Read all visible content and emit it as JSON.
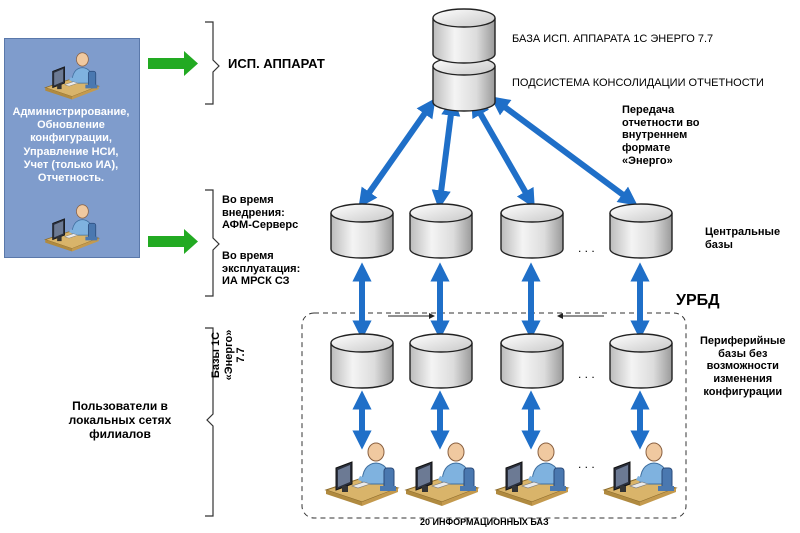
{
  "admin": {
    "text": "Администрирование,\nОбновление\nконфигурации,\nУправление НСИ,\nУчет (только ИА),\nОтчетность."
  },
  "labels": {
    "isp_apparat": "ИСП. АППАРАТ",
    "implementation": "Во время\nвнедрения:\nАФМ-Серверс",
    "operation": "Во время\nэксплуатация:\nИА МРСК СЗ",
    "bases_1c": "Базы 1С\n«Энерго»\n7.7",
    "users": "Пользователи в\nлокальных сетях\nфилиалов",
    "db_top": "БАЗА ИСП. АППАРАТА 1С ЭНЕРГО 7.7",
    "db_sub": "ПОДСИСТЕМА КОНСОЛИДАЦИИ ОТЧЕТНОСТИ",
    "transfer": "Передача\nотчетности во\nвнутреннем\nформате\n«Энерго»",
    "central": "Центральные\nбазы",
    "urbd": "УРБД",
    "peripheral": "Периферийные\nбазы без\nвозможности\nизменения\nконфигурации",
    "info_bases": "20 ИНФОРМАЦИОННЫХ БАЗ",
    "dots": ". . ."
  },
  "colors": {
    "arrow_blue": "#1f6fc8",
    "arrow_green": "#22aa22",
    "admin_box": "#7f9ccc"
  }
}
